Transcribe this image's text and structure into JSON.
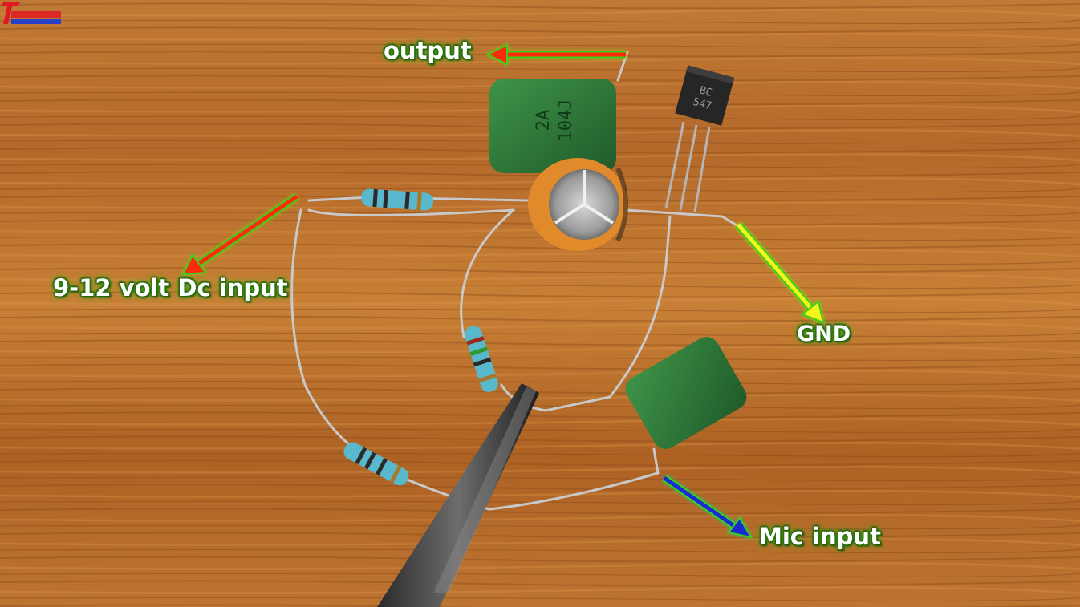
{
  "scene": {
    "description_hidden": false
  },
  "labels": {
    "output": "output",
    "dc_input": "9-12 volt Dc input",
    "gnd": "GND",
    "mic_input": "Mic input"
  },
  "components": {
    "film_capacitor_top_marking_line1": "2A",
    "film_capacitor_top_marking_line2": "104J",
    "transistor_marking_line1": "BC",
    "transistor_marking_line2": "547"
  },
  "colors": {
    "wood_base": "#b06a2a",
    "capacitor_green": "#2d7a3a",
    "electrolytic_orange": "#e08a2c",
    "resistor_blue": "#5ab8cc",
    "arrow_red": "#ff2a10",
    "arrow_yellow": "#f5f51a",
    "arrow_blue": "#1c2bd6",
    "arrow_glow_green": "#3ad01c"
  }
}
